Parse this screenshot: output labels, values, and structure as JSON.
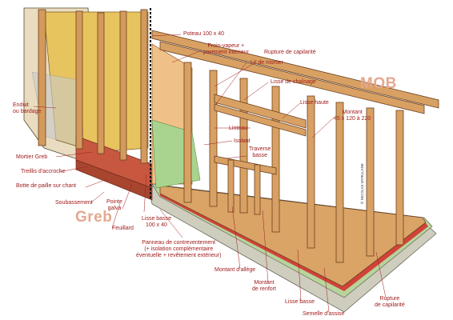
{
  "titles": {
    "greb": "Greb",
    "mob": "MOB"
  },
  "credit": "© NICOLAS VATELLANE",
  "labels": {
    "poteau": "Poteau 100 x 40",
    "frein_vapeur": "Frein-vapeur +\nparement intérieur",
    "rupture_capillarite_top": "Rupture de capilarité",
    "lit_mortier": "Lit de mortier",
    "lisse_chainage": "Lisse de chaînage",
    "enduit": "Enduit\nou bardage",
    "lisse_haute": "Lisse haute",
    "montant_top": "Montant\n45 x 120 à 220",
    "linteau": "Linteau",
    "mortier_greb": "Mortier Greb",
    "isolant": "Isolant",
    "traverse_basse": "Traverse\nbasse",
    "treillis": "Treillis d'accroche",
    "botte": "Botte de paille sur chant",
    "soubassement": "Soubassement",
    "pointe_galva": "Pointe\ngalva",
    "feuillard": "Feuillard",
    "lisse_basse_greb": "Lisse basse\n100 x 40",
    "panneau": "Panneau de contreventement\n(+ isolation complémentaire\néventuelle + revêtement extérieur)",
    "montant_allege": "Montant d'allège",
    "montant_renfort": "Montant\nde renfort",
    "lisse_basse_mob": "Lisse basse",
    "semelle": "Semelle d'assise",
    "rupture_capillarite_bottom": "Rupture\nde capilarité"
  },
  "colors": {
    "label": "#a11d1d",
    "title": "#e4a88f",
    "wood": "#d39a5c",
    "wood_dark": "#7a4a22",
    "straw": "#e6c766",
    "panel": "#efc087",
    "insulation": "#a9d48f",
    "brick": "#c8573f",
    "concrete": "#c9c7b8",
    "capillary_red": "#d62828"
  }
}
